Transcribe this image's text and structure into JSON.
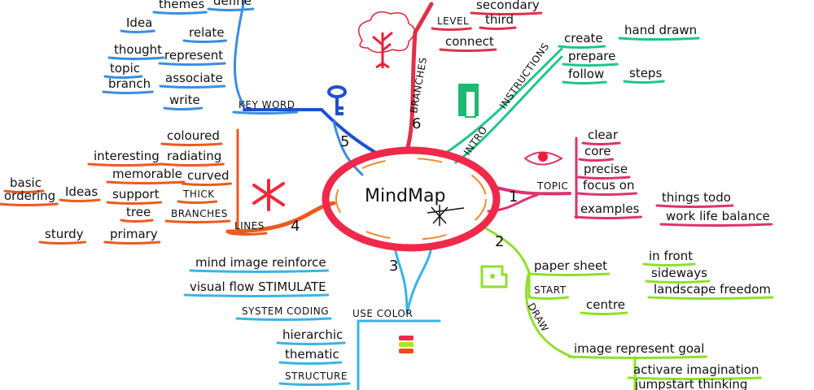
{
  "colors": {
    "keyword": "#3a8ee0",
    "keyword_dark": "#1f4fd0",
    "lines": "#ec5a1e",
    "center": "#f0284a",
    "branches": "#e0304a",
    "intro": "#1fc48e",
    "topic": "#e0306f",
    "draw": "#8fe02a",
    "color": "#38b4e8"
  },
  "center": {
    "label": "MindMap"
  },
  "icons": [
    "tree-icon",
    "key-icon",
    "door-icon",
    "asterisk-icon",
    "eye-icon",
    "paper-sheet-icon",
    "color-stack-icon",
    "spark-icon"
  ],
  "keyword": {
    "label": "KEY WORD",
    "number": "5",
    "words": [
      "themes",
      "define",
      "relate",
      "Idea",
      "thought",
      "represent",
      "topic",
      "branch",
      "associate",
      "write"
    ]
  },
  "lines": {
    "label": "LINES",
    "number": "4",
    "words": [
      "coloured",
      "interesting",
      "radiating",
      "memorable",
      "curved",
      "basic",
      "ordering",
      "Ideas",
      "support",
      "THICK",
      "tree",
      "BRANCHES",
      "sturdy",
      "primary"
    ]
  },
  "branches": {
    "label": "BRANCHES",
    "number": "6",
    "words": [
      "secondary",
      "LEVEL",
      "third",
      "connect"
    ]
  },
  "intro": {
    "label": "INTRO",
    "sub": "INSTRUCTIONS",
    "words": [
      "create",
      "hand drawn",
      "prepare",
      "follow",
      "steps"
    ]
  },
  "topic": {
    "label": "TOPIC",
    "number": "1",
    "words": [
      "clear",
      "core",
      "precise",
      "focus on",
      "examples",
      "things todo",
      "work life balance"
    ]
  },
  "draw": {
    "number": "2",
    "label": "DRAW",
    "words": [
      "paper sheet",
      "in front",
      "sideways",
      "landscape freedom",
      "START",
      "centre",
      "image represent goal",
      "activare imagination",
      "jumpstart thinking"
    ]
  },
  "color": {
    "label": "USE COLOR",
    "number": "3",
    "words": [
      "mind image reinforce",
      "visual flow STIMULATE",
      "SYSTEM CODING",
      "hierarchic",
      "thematic",
      "STRUCTURE"
    ]
  }
}
